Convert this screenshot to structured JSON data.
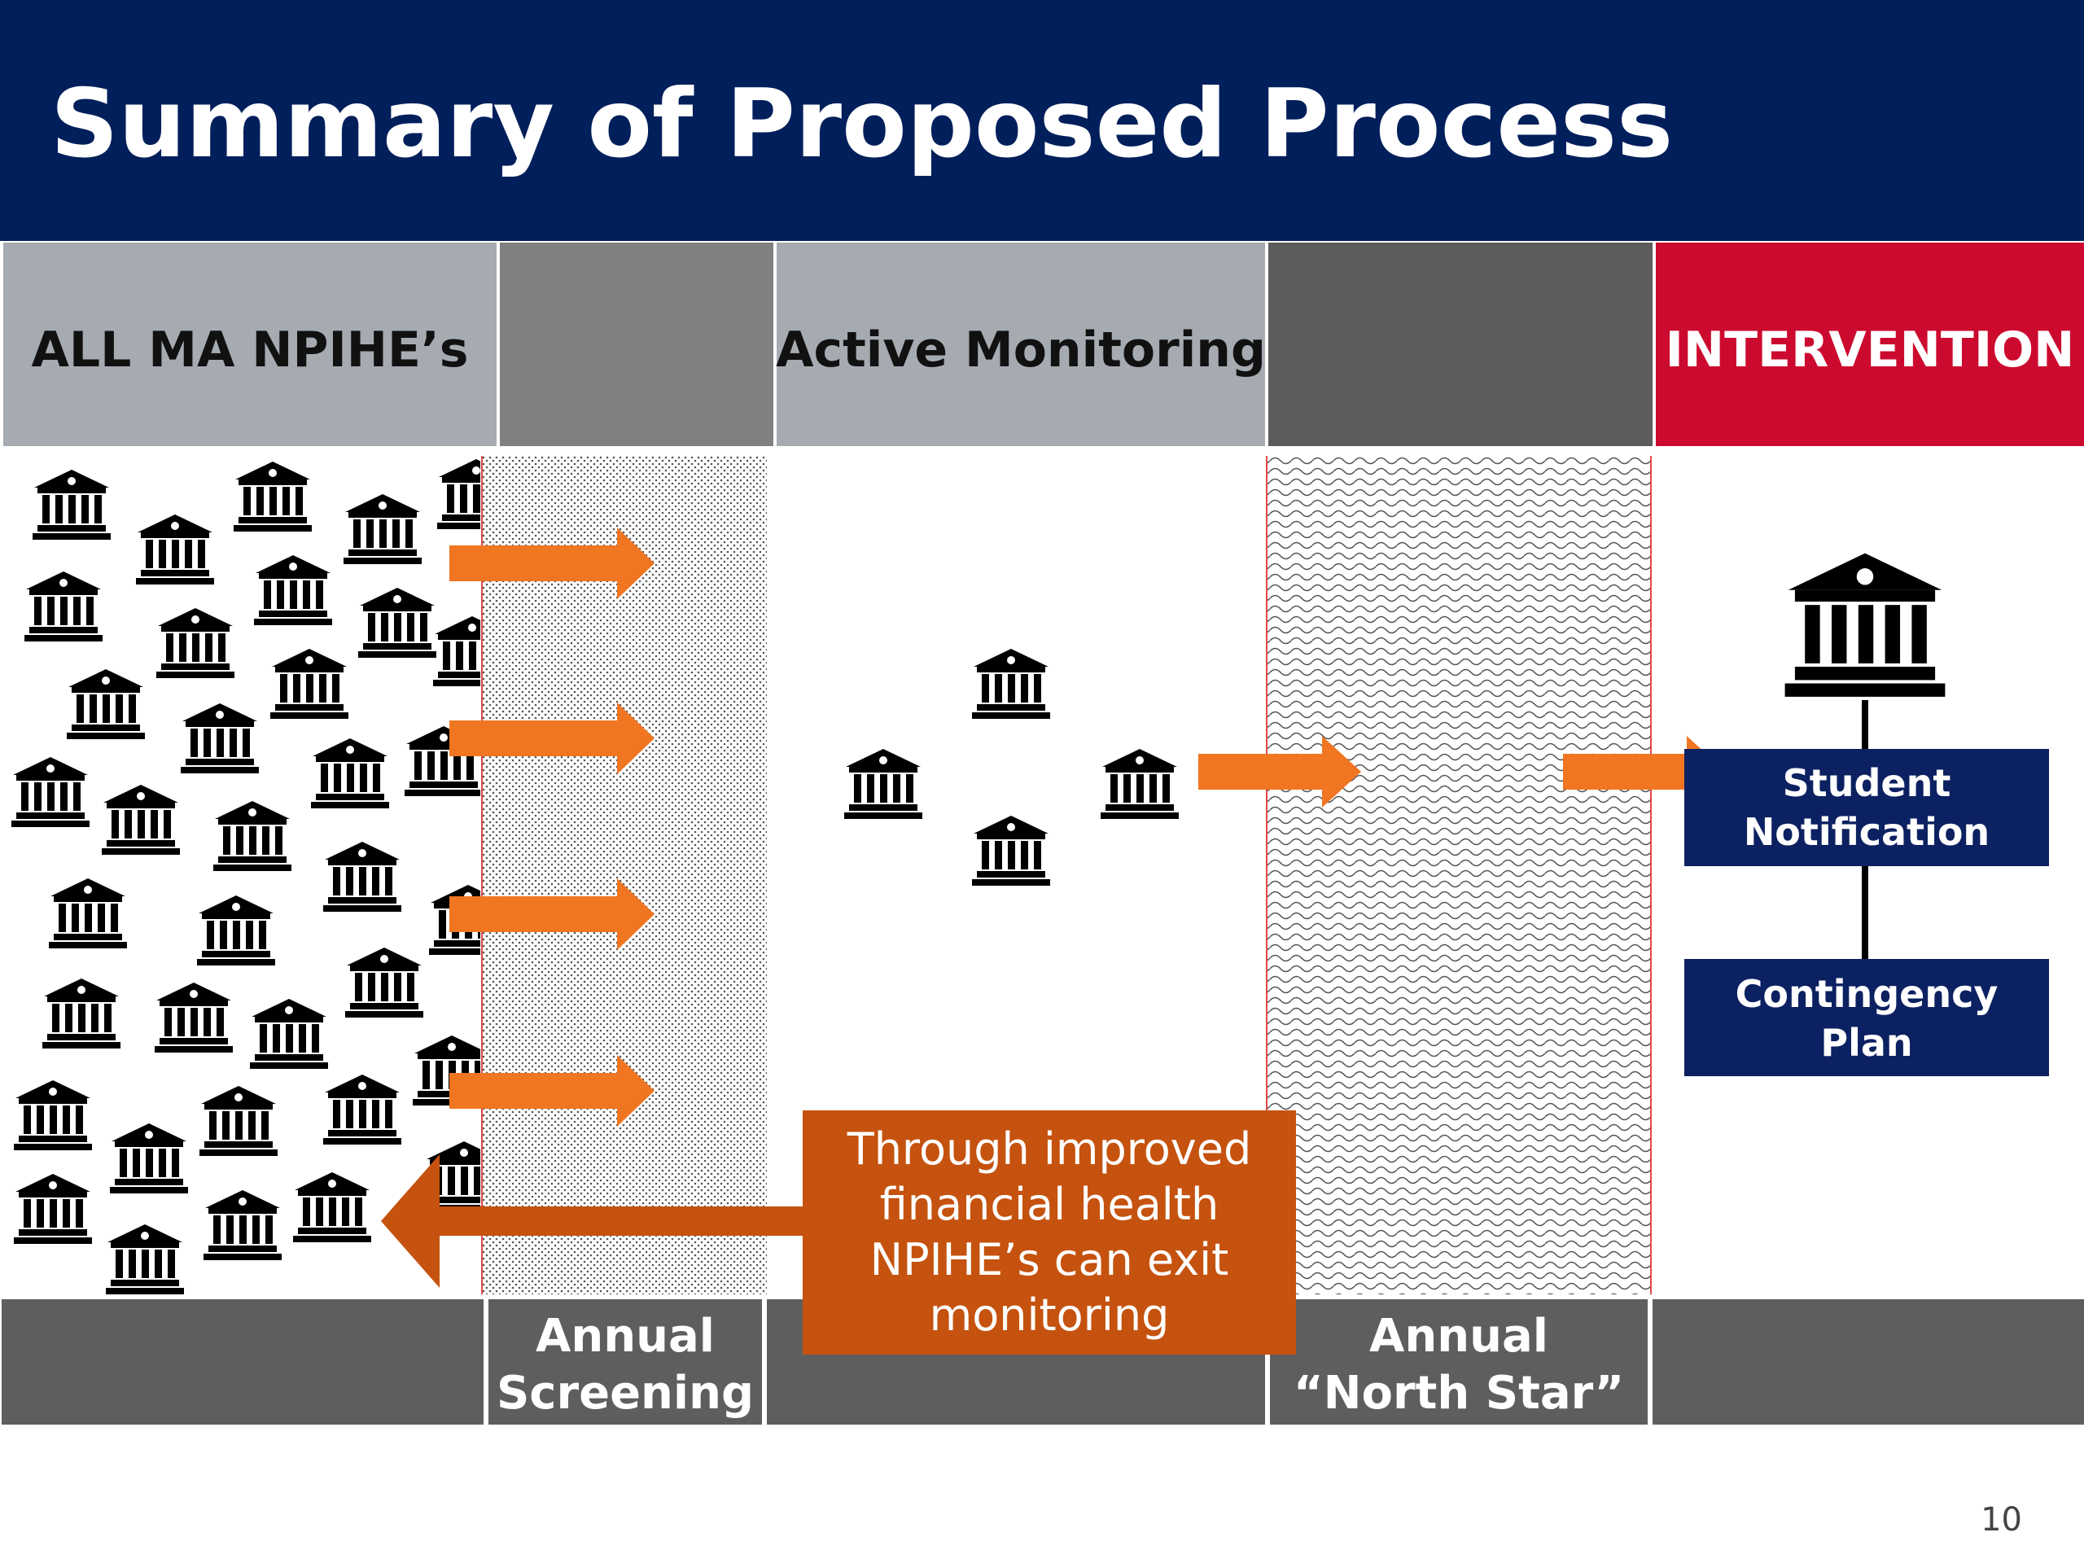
{
  "slide": {
    "title": "Summary of Proposed Process",
    "page_number": "10"
  },
  "columns": {
    "all_npihe": "ALL MA NPIHE’s",
    "active_monitoring": "Active Monitoring",
    "intervention": "INTERVENTION"
  },
  "filters": {
    "screening": {
      "line1": "Annual",
      "line2": "Screening"
    },
    "north_star": {
      "line1": "Annual",
      "line2": "“North Star”"
    }
  },
  "intervention_steps": [
    {
      "line1": "Student",
      "line2": "Notification"
    },
    {
      "line1": "Contingency",
      "line2": "Plan"
    }
  ],
  "exit_callout": {
    "line1": "Through improved",
    "line2": "financial health",
    "line3": "NPIHE’s can exit",
    "line4": "monitoring"
  },
  "icons": {
    "institution": "institution-building-icon",
    "arrow": "arrow-right-icon"
  },
  "colors": {
    "title_bar": "#001f5b",
    "header_light": "#a6abb2",
    "header_mid": "#808080",
    "header_dark": "#5c5c5c",
    "intervention": "#cc0a2f",
    "arrow": "#f07622",
    "callout": "#c5520e",
    "navy_box": "#0c2161",
    "bottom_bar": "#5e5e5e"
  }
}
